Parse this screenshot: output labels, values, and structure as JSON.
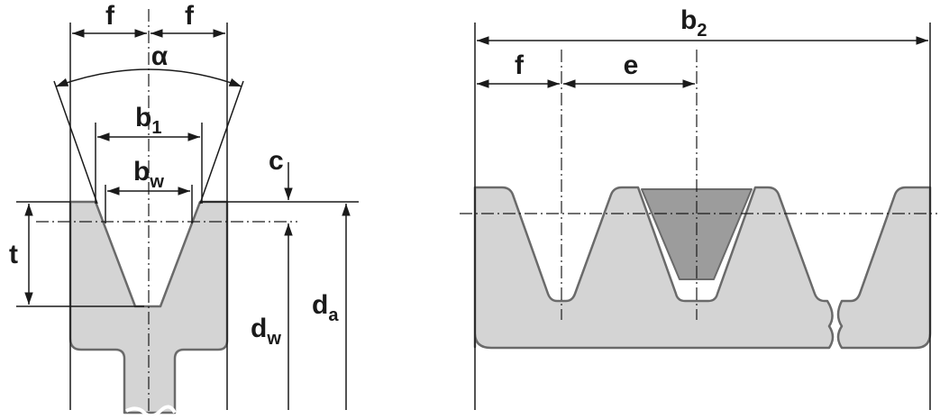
{
  "diagram": {
    "colors": {
      "part_fill": "#d4d4d4",
      "part_outline": "#6a6a6a",
      "belt_fill": "#9c9c9c",
      "ink": "#1a1a1a"
    },
    "left_view": {
      "labels": {
        "f_left": "f",
        "f_right": "f",
        "alpha": "α",
        "b1_main": "b",
        "b1_sub": "1",
        "bw_main": "b",
        "bw_sub": "w",
        "c": "c",
        "t": "t",
        "dw_main": "d",
        "dw_sub": "w",
        "da_main": "d",
        "da_sub": "a"
      }
    },
    "right_view": {
      "labels": {
        "b2_main": "b",
        "b2_sub": "2",
        "f": "f",
        "e": "e"
      }
    }
  }
}
